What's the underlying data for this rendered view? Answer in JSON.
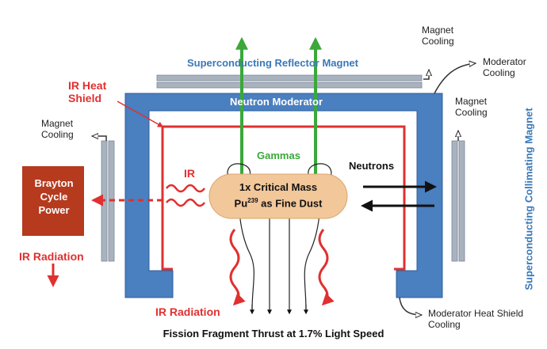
{
  "labels": {
    "magnet_cooling_top": "Magnet\nCooling",
    "moderator_cooling": "Moderator\nCooling",
    "reflector_magnet": "Superconducting Reflector Magnet",
    "ir_heat_shield": "IR Heat\nShield",
    "neutron_moderator": "Neutron Moderator",
    "magnet_cooling_right": "Magnet\nCooling",
    "collimating_magnet": "Superconducting Collimating Magnet",
    "magnet_cooling_left": "Magnet\nCooling",
    "gammas": "Gammas",
    "ir": "IR",
    "neutrons": "Neutrons",
    "brayton": "Brayton\nCycle\nPower",
    "critical_mass": "1x Critical Mass",
    "pu_prefix": "Pu",
    "pu_sup": "239",
    "pu_suffix": " as Fine Dust",
    "ir_radiation_left": "IR Radiation",
    "ir_radiation_bottom": "IR Radiation",
    "moderator_heat_shield_cooling": "Moderator Heat Shield\nCooling",
    "thrust": "Fission Fragment Thrust at 1.7% Light Speed"
  },
  "colors": {
    "moderator_blue": "#4a7fc0",
    "heat_shield_red": "#e03030",
    "gamma_green": "#3aa83a",
    "brayton_brown": "#b53a1e",
    "dust_orange": "#f2c79a",
    "magnet_gray": "#a9b3c0"
  }
}
